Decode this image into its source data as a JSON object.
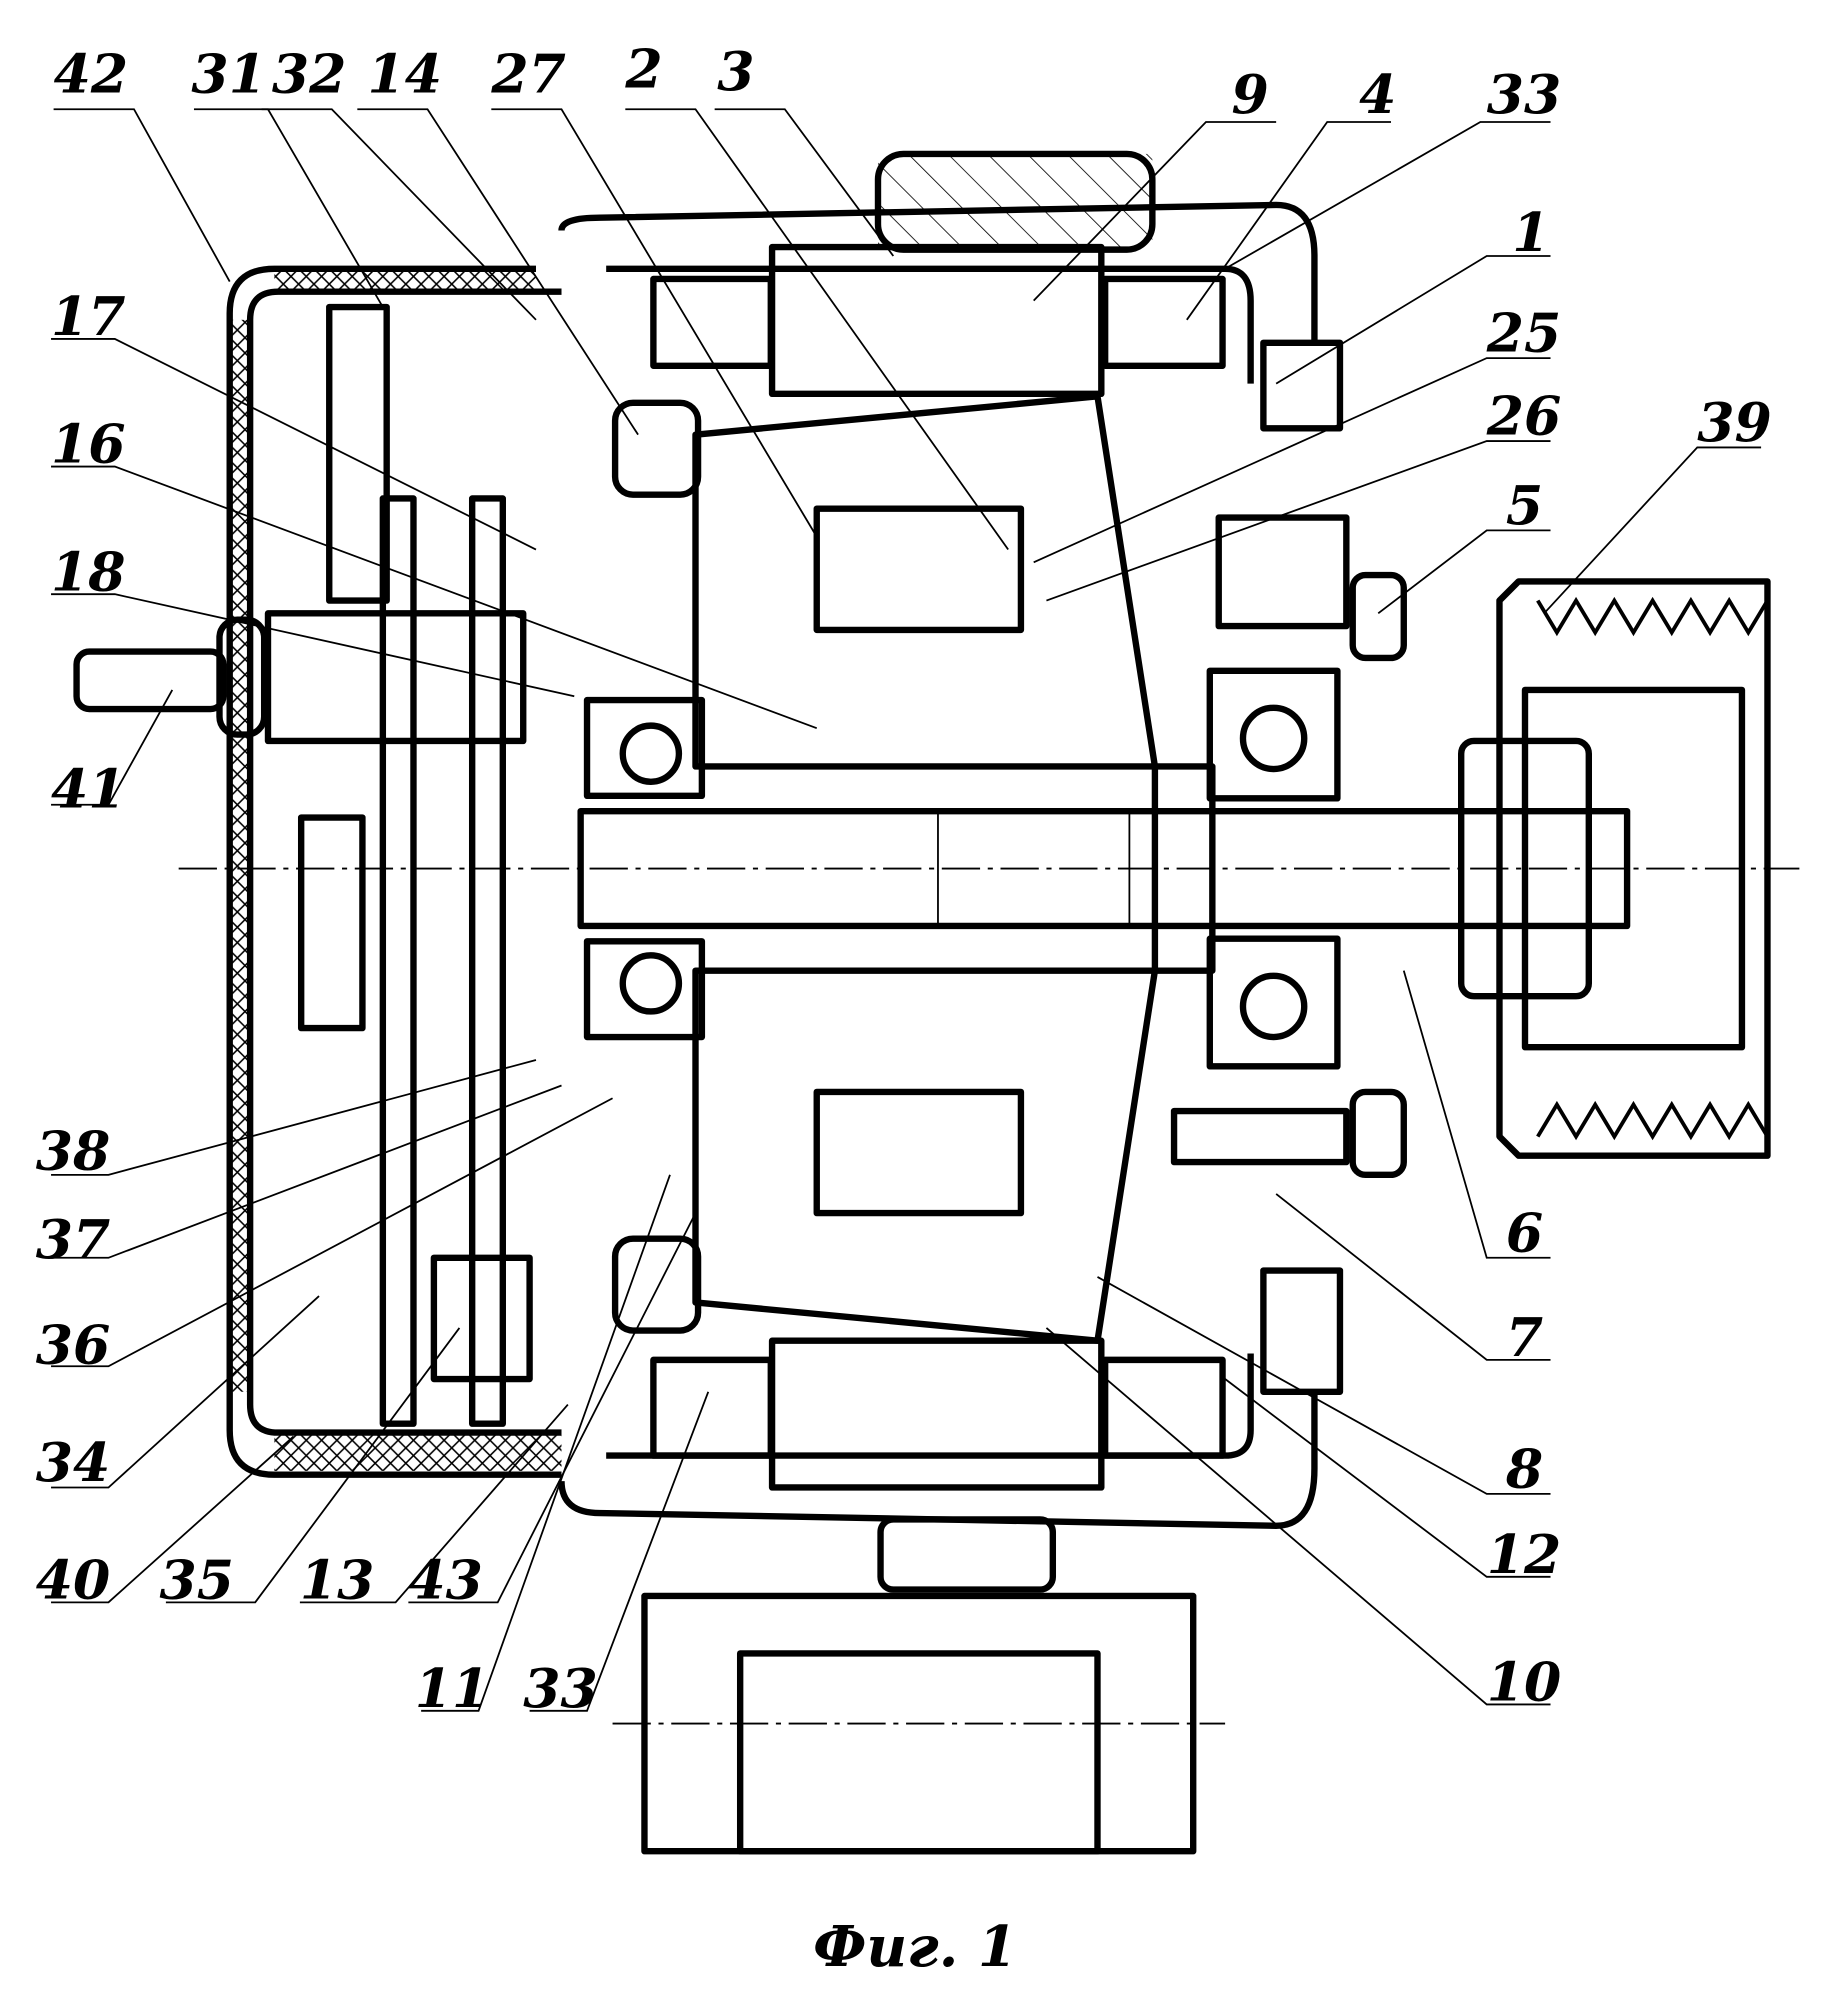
{
  "figure": {
    "caption": "Фиг. 1",
    "subject": "Electric generator (alternator) longitudinal cross-section"
  },
  "labels": [
    {
      "id": "42",
      "text": "42"
    },
    {
      "id": "31",
      "text": "31"
    },
    {
      "id": "32",
      "text": "32"
    },
    {
      "id": "14",
      "text": "14"
    },
    {
      "id": "27",
      "text": "27"
    },
    {
      "id": "2",
      "text": "2"
    },
    {
      "id": "3",
      "text": "3"
    },
    {
      "id": "9",
      "text": "9"
    },
    {
      "id": "4",
      "text": "4"
    },
    {
      "id": "33a",
      "text": "33"
    },
    {
      "id": "1",
      "text": "1"
    },
    {
      "id": "25",
      "text": "25"
    },
    {
      "id": "26",
      "text": "26"
    },
    {
      "id": "39",
      "text": "39"
    },
    {
      "id": "5",
      "text": "5"
    },
    {
      "id": "17",
      "text": "17"
    },
    {
      "id": "16",
      "text": "16"
    },
    {
      "id": "18",
      "text": "18"
    },
    {
      "id": "41",
      "text": "41"
    },
    {
      "id": "38",
      "text": "38"
    },
    {
      "id": "37",
      "text": "37"
    },
    {
      "id": "36",
      "text": "36"
    },
    {
      "id": "34",
      "text": "34"
    },
    {
      "id": "40",
      "text": "40"
    },
    {
      "id": "35",
      "text": "35"
    },
    {
      "id": "13",
      "text": "13"
    },
    {
      "id": "43",
      "text": "43"
    },
    {
      "id": "11",
      "text": "11"
    },
    {
      "id": "33b",
      "text": "33"
    },
    {
      "id": "6",
      "text": "6"
    },
    {
      "id": "7",
      "text": "7"
    },
    {
      "id": "8",
      "text": "8"
    },
    {
      "id": "12",
      "text": "12"
    },
    {
      "id": "10",
      "text": "10"
    }
  ]
}
